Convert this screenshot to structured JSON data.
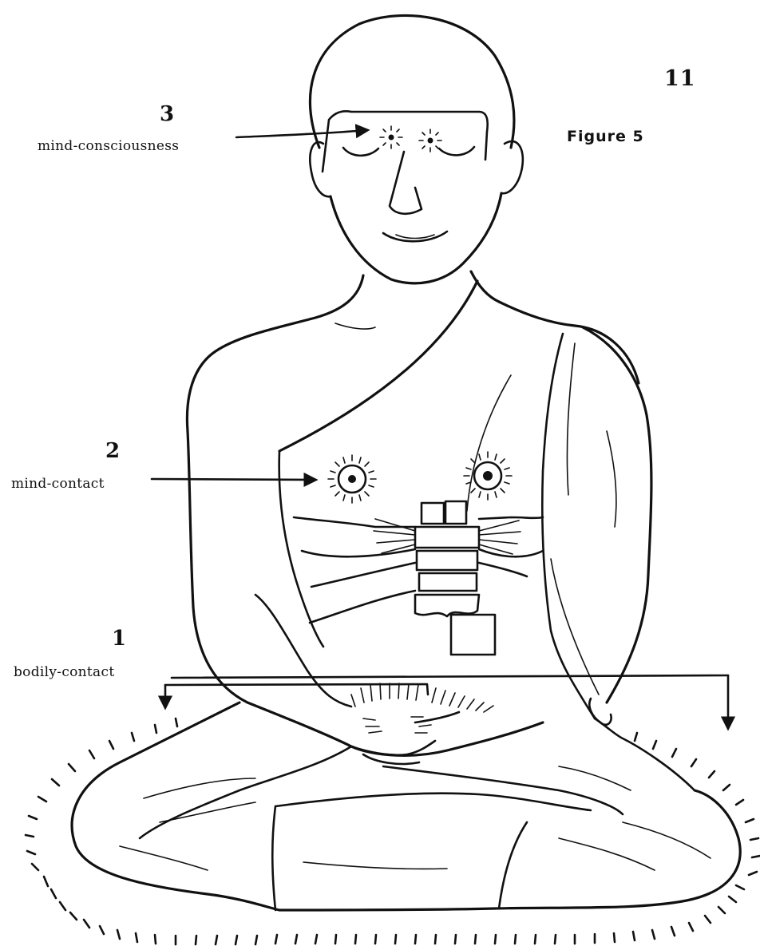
{
  "page_number": "11",
  "figure_label": "Figure 5",
  "annotations": [
    {
      "number": "3",
      "label": "mind-consciousness"
    },
    {
      "number": "2",
      "label": "mind-contact"
    },
    {
      "number": "1",
      "label": "bodily-contact"
    }
  ],
  "illustration": {
    "subject": "seated-meditator-figure",
    "icons": [
      "mind-consciousness-point-icon",
      "mind-contact-point-icon",
      "bodily-contact-point-icon"
    ],
    "ink_color": "#111111",
    "background_color": "#ffffff"
  }
}
